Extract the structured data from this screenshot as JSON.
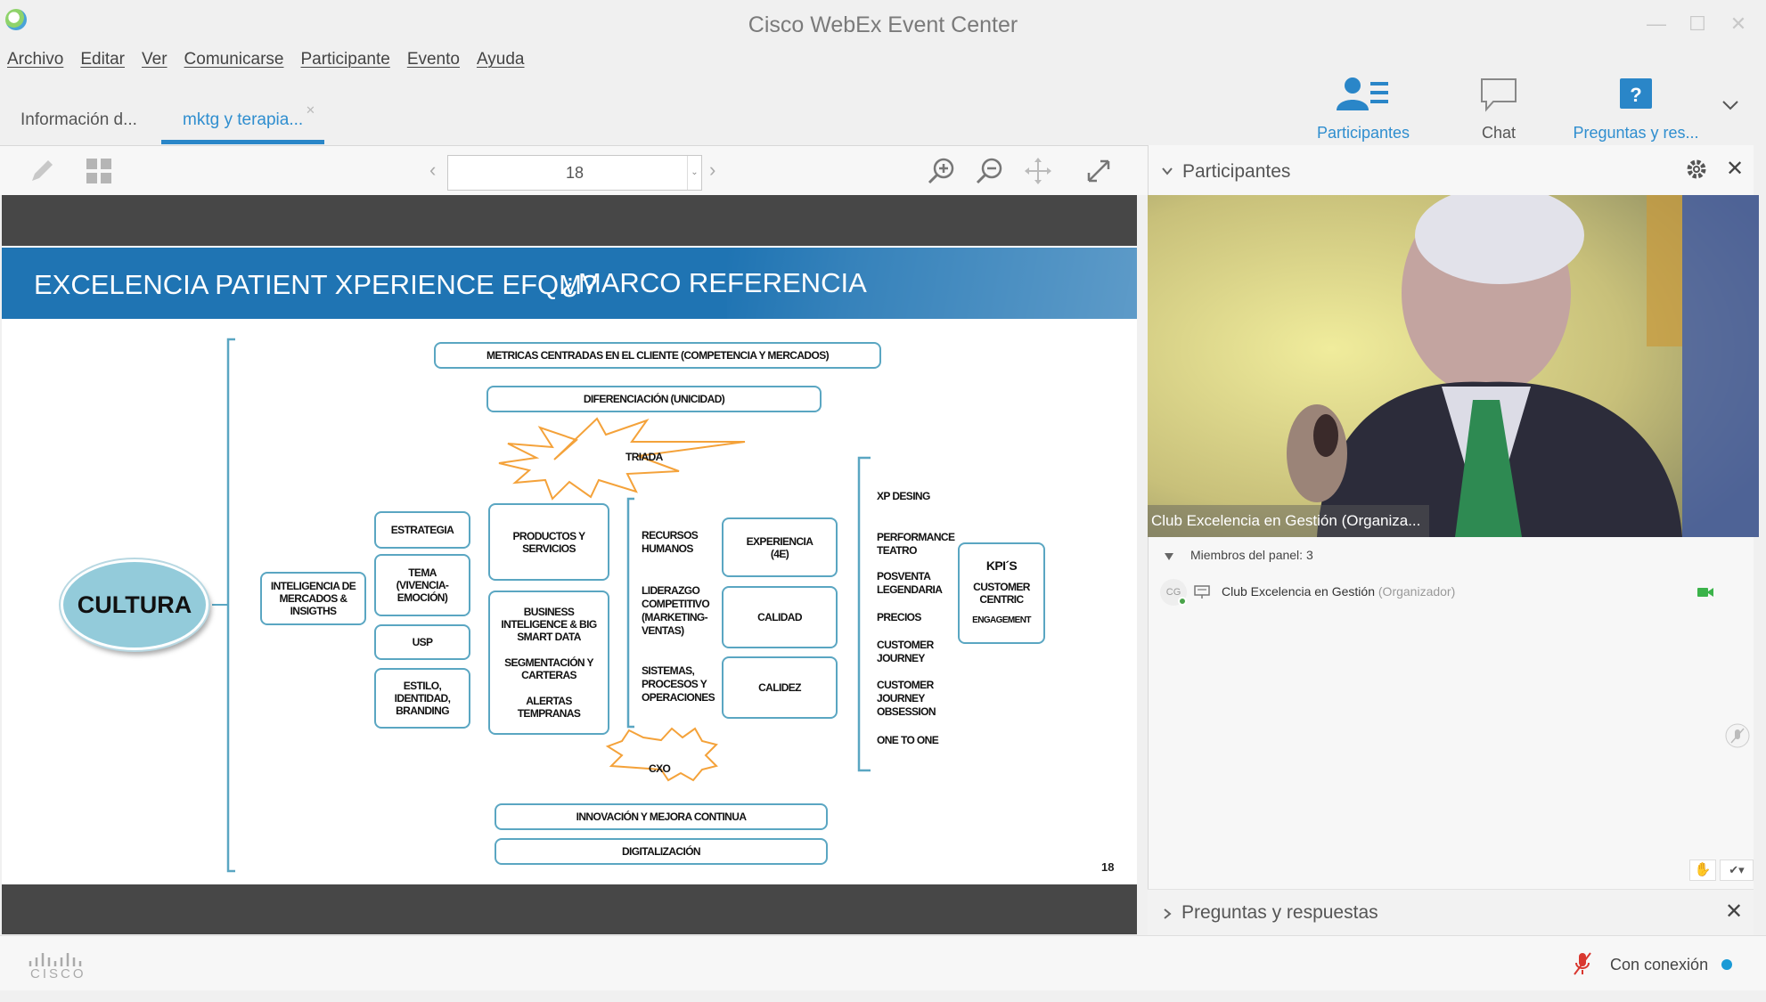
{
  "window": {
    "title": "Cisco WebEx Event Center"
  },
  "menu": [
    "Archivo",
    "Editar",
    "Ver",
    "Comunicarse",
    "Participante",
    "Evento",
    "Ayuda"
  ],
  "tabs": [
    {
      "label": "Información d..."
    },
    {
      "label": "mktg y terapia..."
    }
  ],
  "top_toolbar": {
    "participants_label": "Participantes",
    "chat_label": "Chat",
    "qa_label": "Preguntas y res..."
  },
  "content_toolbar": {
    "page": "18"
  },
  "slide": {
    "title_a": "EXCELENCIA PATIENT XPERIENCE EFQM?",
    "title_b": "¿MARCO REFERENCIA",
    "cultura": "CULTURA",
    "metricas": "METRICAS CENTRADAS EN EL CLIENTE (COMPETENCIA Y MERCADOS)",
    "diferenciacion": "DIFERENCIACIÓN (UNICIDAD)",
    "triada": "TRIADA",
    "cxo": "CXO",
    "innovacion": "INNOVACIÓN Y MEJORA CONTINUA",
    "digitalizacion": "DIGITALIZACIÓN",
    "inteligencia": "INTELIGENCIA DE MERCADOS & INSIGTHS",
    "estrategia": "ESTRATEGIA",
    "tema": "TEMA (VIVENCIA-EMOCIÓN)",
    "usp": "USP",
    "estilo": "ESTILO, IDENTIDAD, BRANDING",
    "productos": "PRODUCTOS Y SERVICIOS",
    "business_block": {
      "line1": "BUSINESS INTELIGENCE & BIG SMART DATA",
      "line2": "SEGMENTACIÓN Y CARTERAS",
      "line3": "ALERTAS TEMPRANAS"
    },
    "recursos": "RECURSOS HUMANOS",
    "liderazgo": "LIDERAZGO COMPETITIVO (MARKETING-VENTAS)",
    "sistemas": "SISTEMAS, PROCESOS Y OPERACIONES",
    "experiencia": "EXPERIENCIA (4E)",
    "calidad": "CALIDAD",
    "calidez": "CALIDEZ",
    "right_list": [
      "XP DESING",
      "PERFORMANCE TEATRO",
      "POSVENTA LEGENDARIA",
      "PRECIOS",
      "CUSTOMER JOURNEY",
      "CUSTOMER JOURNEY OBSESSION",
      "ONE TO ONE"
    ],
    "kpis": {
      "title": "KPI´S",
      "line1": "CUSTOMER CENTRIC",
      "line2": "ENGAGEMENT"
    },
    "page_number": "18"
  },
  "panel": {
    "title": "Participantes",
    "video_label": "Club Excelencia en Gestión (Organiza...",
    "members_label": "Miembros del panel: 3",
    "member": {
      "initials": "CG",
      "name": "Club Excelencia en Gestión",
      "role": "(Organizador)"
    },
    "qa_title": "Preguntas y respuestas"
  },
  "status": {
    "connection": "Con conexión",
    "brand": "CISCO"
  },
  "colors": {
    "accent": "#2f8ecf",
    "slide_header": "#1f74b3",
    "diagram_stroke": "#5aa6c2",
    "cultura_fill": "#93cbda"
  }
}
